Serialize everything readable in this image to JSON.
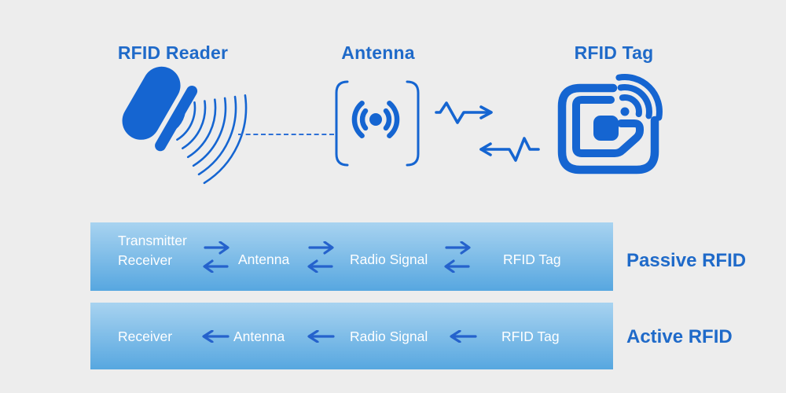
{
  "colors": {
    "background": "#ededed",
    "primary": "#1565d1",
    "heading": "#1f6ac9",
    "bar_text": "#ffffff",
    "bar_arrow": "#2562cc",
    "bar_gradient_top": "#a8d3f0",
    "bar_gradient_bottom": "#57a7e0"
  },
  "headings": {
    "reader": "RFID Reader",
    "antenna": "Antenna",
    "tag": "RFID Tag"
  },
  "icons": {
    "reader": "rfid-reader-icon",
    "antenna": "antenna-icon",
    "tag": "rfid-tag-icon",
    "signal_out": "signal-arrow-right-icon",
    "signal_back": "signal-arrow-left-icon",
    "connector": "dashed-connector"
  },
  "passive_flow": {
    "label": "Passive RFID",
    "node_transmitter": "Transmitter",
    "node_receiver": "Receiver",
    "node_antenna": "Antenna",
    "node_radio_signal": "Radio Signal",
    "node_rfid_tag": "RFID Tag",
    "arrow_direction": "bidirectional"
  },
  "active_flow": {
    "label": "Active RFID",
    "node_receiver": "Receiver",
    "node_antenna": "Antenna",
    "node_radio_signal": "Radio Signal",
    "node_rfid_tag": "RFID Tag",
    "arrow_direction": "left"
  }
}
